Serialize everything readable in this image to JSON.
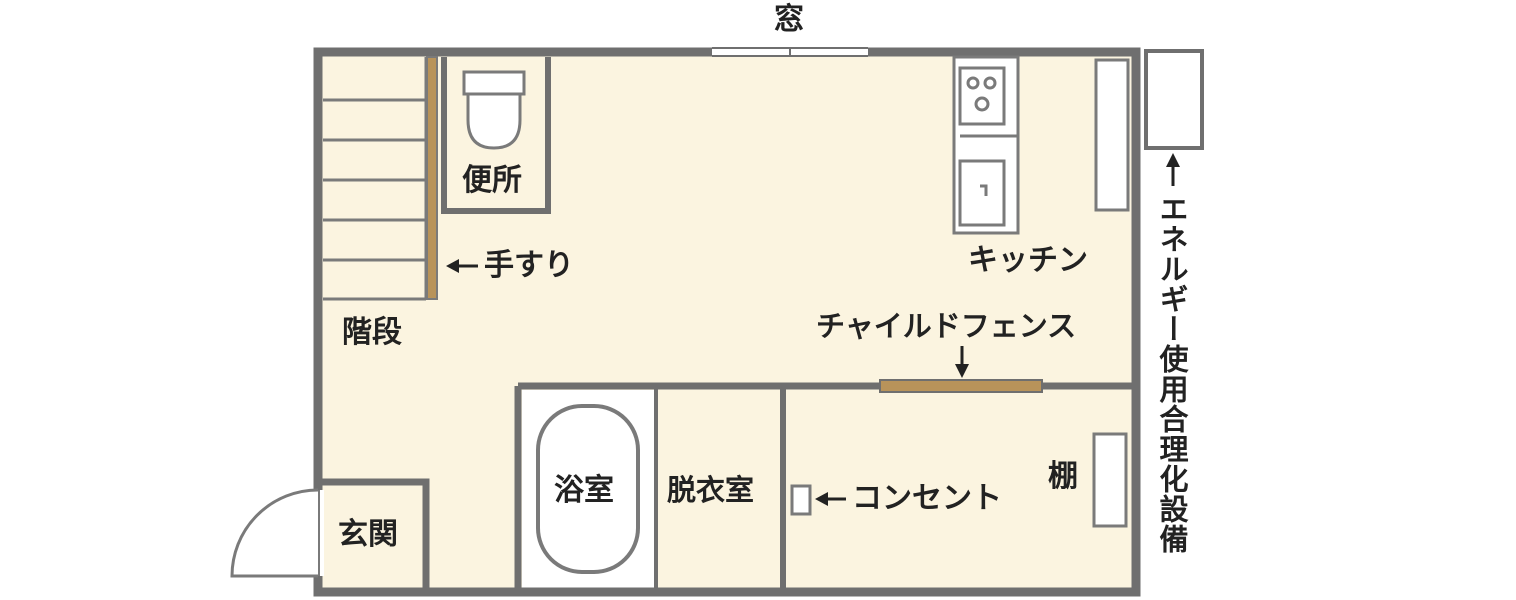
{
  "labels": {
    "window": "窓",
    "toilet": "便所",
    "handrail": "手すり",
    "kitchen": "キッチン",
    "stairs": "階段",
    "child_fence": "チャイルドフェンス",
    "bathroom": "浴室",
    "dressing_room": "脱衣室",
    "outlet": "コンセント",
    "shelf": "棚",
    "entrance": "玄関",
    "energy_equipment": "エネルギー使用合理化設備"
  },
  "colors": {
    "floor": "#fbf4e0",
    "wall": "#6f6f6f",
    "fixture_outline": "#7a7a7a",
    "handrail": "#b8935a",
    "text": "#222222"
  }
}
